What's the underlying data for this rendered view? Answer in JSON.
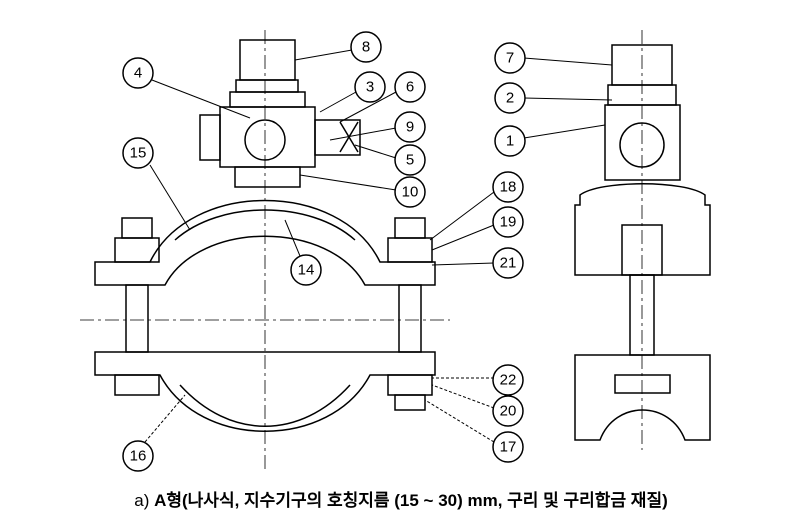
{
  "caption": {
    "prefix": "a) ",
    "title": "A형(나사식, 지수기구의 호칭지름 (15 ~ 30) mm, 구리 및 구리합금 재질)"
  },
  "callouts": [
    "8",
    "4",
    "3",
    "6",
    "9",
    "5",
    "10",
    "15",
    "18",
    "19",
    "21",
    "14",
    "22",
    "20",
    "17",
    "16",
    "7",
    "2",
    "1"
  ]
}
